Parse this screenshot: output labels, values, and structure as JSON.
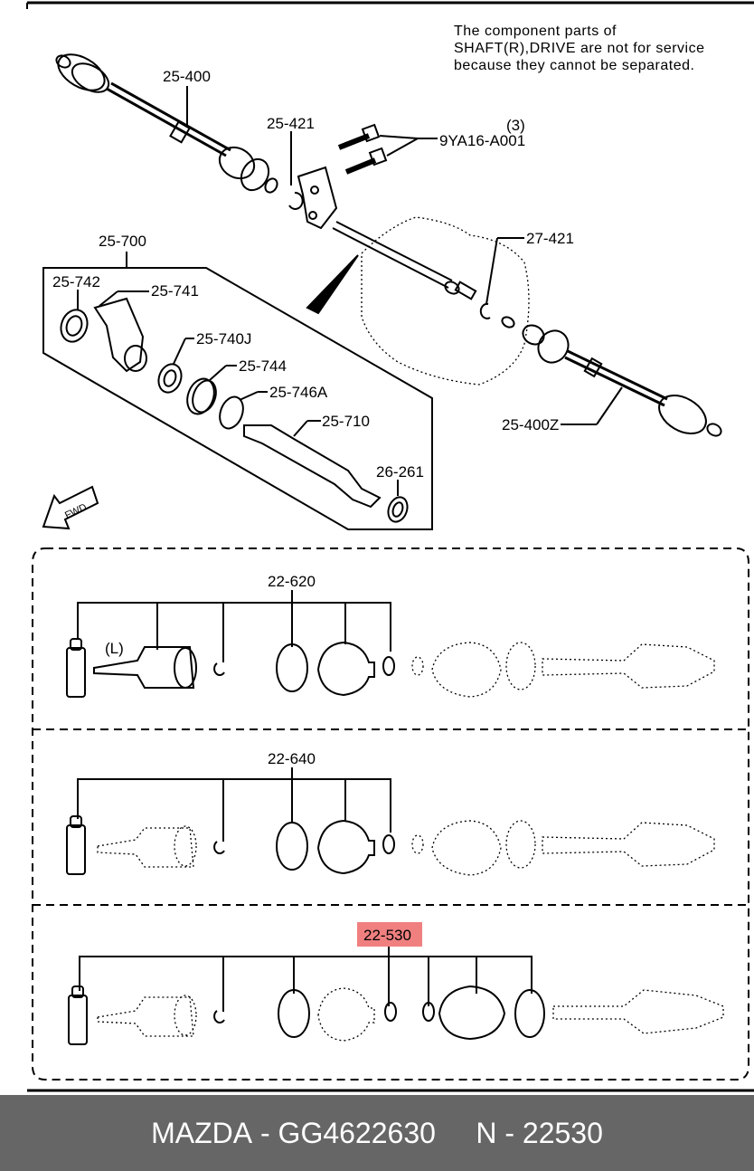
{
  "note": {
    "line1": "The component parts of",
    "line2": "SHAFT(R),DRIVE are not for service",
    "line3": "because they cannot be separated."
  },
  "labels": {
    "p25_400": "25-400",
    "p25_421": "25-421",
    "bolt_qty": "(3)",
    "p9ya16": "9YA16-A001",
    "p27_421": "27-421",
    "p25_700": "25-700",
    "p25_742": "25-742",
    "p25_741": "25-741",
    "p25_740j": "25-740J",
    "p25_744": "25-744",
    "p25_746a": "25-746A",
    "p25_710": "25-710",
    "p26_261": "26-261",
    "p25_400z": "25-400Z",
    "fwd": "FWD",
    "left_side": "(L)",
    "p22_620": "22-620",
    "p22_640": "22-640",
    "p22_530": "22-530"
  },
  "highlight_color": "#f08080",
  "footer": {
    "brand": "MAZDA",
    "sep": " - ",
    "part_number": "GG4622630",
    "gap": "     ",
    "ref": "N - 22530"
  }
}
